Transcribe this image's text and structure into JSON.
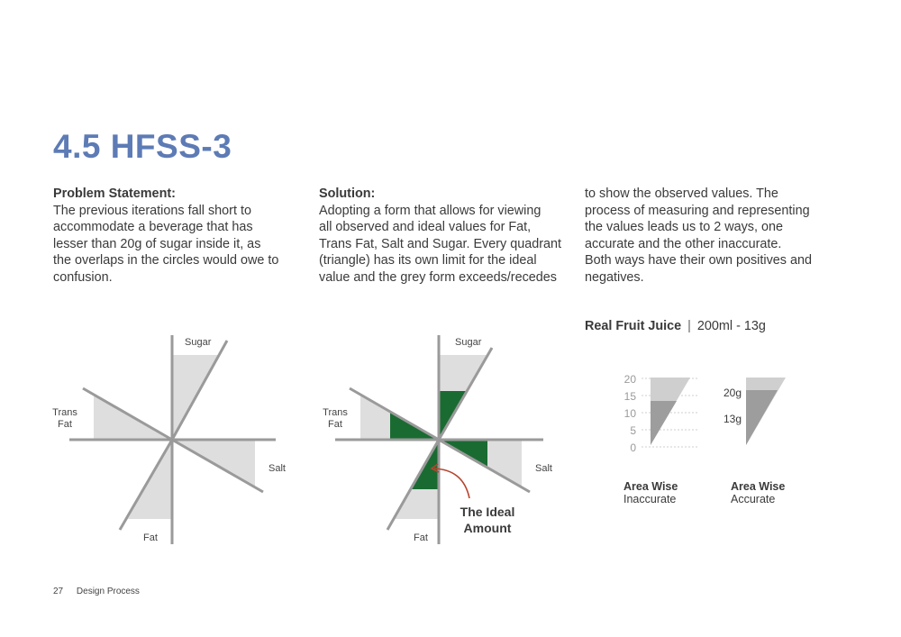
{
  "title": "4.5 HFSS-3",
  "problem": {
    "heading": "Problem Statement:",
    "lines": [
      "The previous iterations fall short to",
      "accommodate a beverage that has",
      "lesser than 20g of sugar inside it, as",
      "the overlaps in the circles would owe to",
      "confusion."
    ]
  },
  "solution": {
    "heading": "Solution:",
    "lines": [
      "Adopting a form that allows for viewing",
      "all observed and ideal values for Fat,",
      "Trans Fat, Salt and Sugar. Every quadrant",
      "(triangle) has its own limit for the ideal",
      "value and the grey form exceeds/recedes"
    ]
  },
  "continued": {
    "lines": [
      "to show the observed values. The",
      "process of measuring and representing",
      "the values leads us to 2 ways, one",
      "accurate and the other inaccurate.",
      "Both ways have their own positives and",
      "negatives."
    ]
  },
  "juice": {
    "name": "Real Fruit Juice",
    "separator": "|",
    "detail": "200ml - 13g"
  },
  "diagram_left": {
    "labels": {
      "sugar": "Sugar",
      "trans_1": "Trans",
      "trans_2": "Fat",
      "salt": "Salt",
      "fat": "Fat"
    }
  },
  "diagram_right": {
    "labels": {
      "sugar": "Sugar",
      "trans_1": "Trans",
      "trans_2": "Fat",
      "salt": "Salt",
      "fat": "Fat"
    },
    "annotation_1": "The Ideal",
    "annotation_2": "Amount"
  },
  "scale": {
    "ticks": [
      "20",
      "15",
      "10",
      "5",
      "0"
    ],
    "inaccurate_1": "Area Wise",
    "inaccurate_2": "Inaccurate",
    "accurate_1": "Area Wise",
    "accurate_2": "Accurate",
    "mark_20": "20g",
    "mark_13": "13g"
  },
  "colors": {
    "title": "#5d7bb5",
    "axis": "#9a9a9a",
    "grey_form": "#dedede",
    "ideal": "#1a6b32",
    "arrow": "#b5452e",
    "scale_light": "#cfcfcf",
    "scale_dark": "#9d9d9d"
  },
  "footer": {
    "page": "27",
    "section": "Design Process"
  }
}
